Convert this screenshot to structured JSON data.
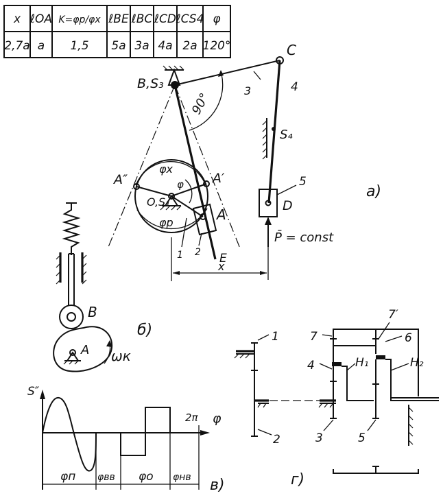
{
  "table": {
    "headers": [
      "x",
      "ℓOA",
      "K=φp/φx",
      "ℓBE",
      "ℓBC",
      "ℓCD",
      "ℓCS4",
      "φ"
    ],
    "values": [
      "2,7a",
      "a",
      "1,5",
      "5a",
      "3a",
      "4a",
      "2a",
      "120°"
    ]
  },
  "mechanism_a": {
    "label_c": "C",
    "label_bs3": "B,S₃",
    "angle_90": "90°",
    "link_3": "3",
    "link_4": "4",
    "label_s4": "S₄",
    "label_a2": "A″",
    "label_a1": "A′",
    "label_phix": "φx",
    "label_phi": "φ",
    "label_os1": "O,S₁",
    "label_a": "A",
    "label_phip": "φp",
    "link_1": "1",
    "link_2": "2",
    "label_e": "E",
    "label_x": "x",
    "link_5": "5",
    "label_d": "D",
    "label_p": "P̄ = const",
    "panel_tag": "a)"
  },
  "cam_b": {
    "label_b": "B",
    "label_a": "A",
    "label_omega": "ωк",
    "panel_tag": "б)"
  },
  "graph_v": {
    "ylabel": "S″",
    "xlabel": "φ",
    "label_2pi": "2π",
    "phase_1": "φп",
    "phase_2": "φвв",
    "phase_3": "φо",
    "phase_4": "φнв",
    "panel_tag": "в)"
  },
  "gear_g": {
    "label_1": "1",
    "label_2": "2",
    "label_3": "3",
    "label_4": "4",
    "label_5": "5",
    "label_6": "6",
    "label_7": "7",
    "label_7p": "7′",
    "label_h1": "H₁",
    "label_h2": "H₂",
    "panel_tag": "г)"
  }
}
